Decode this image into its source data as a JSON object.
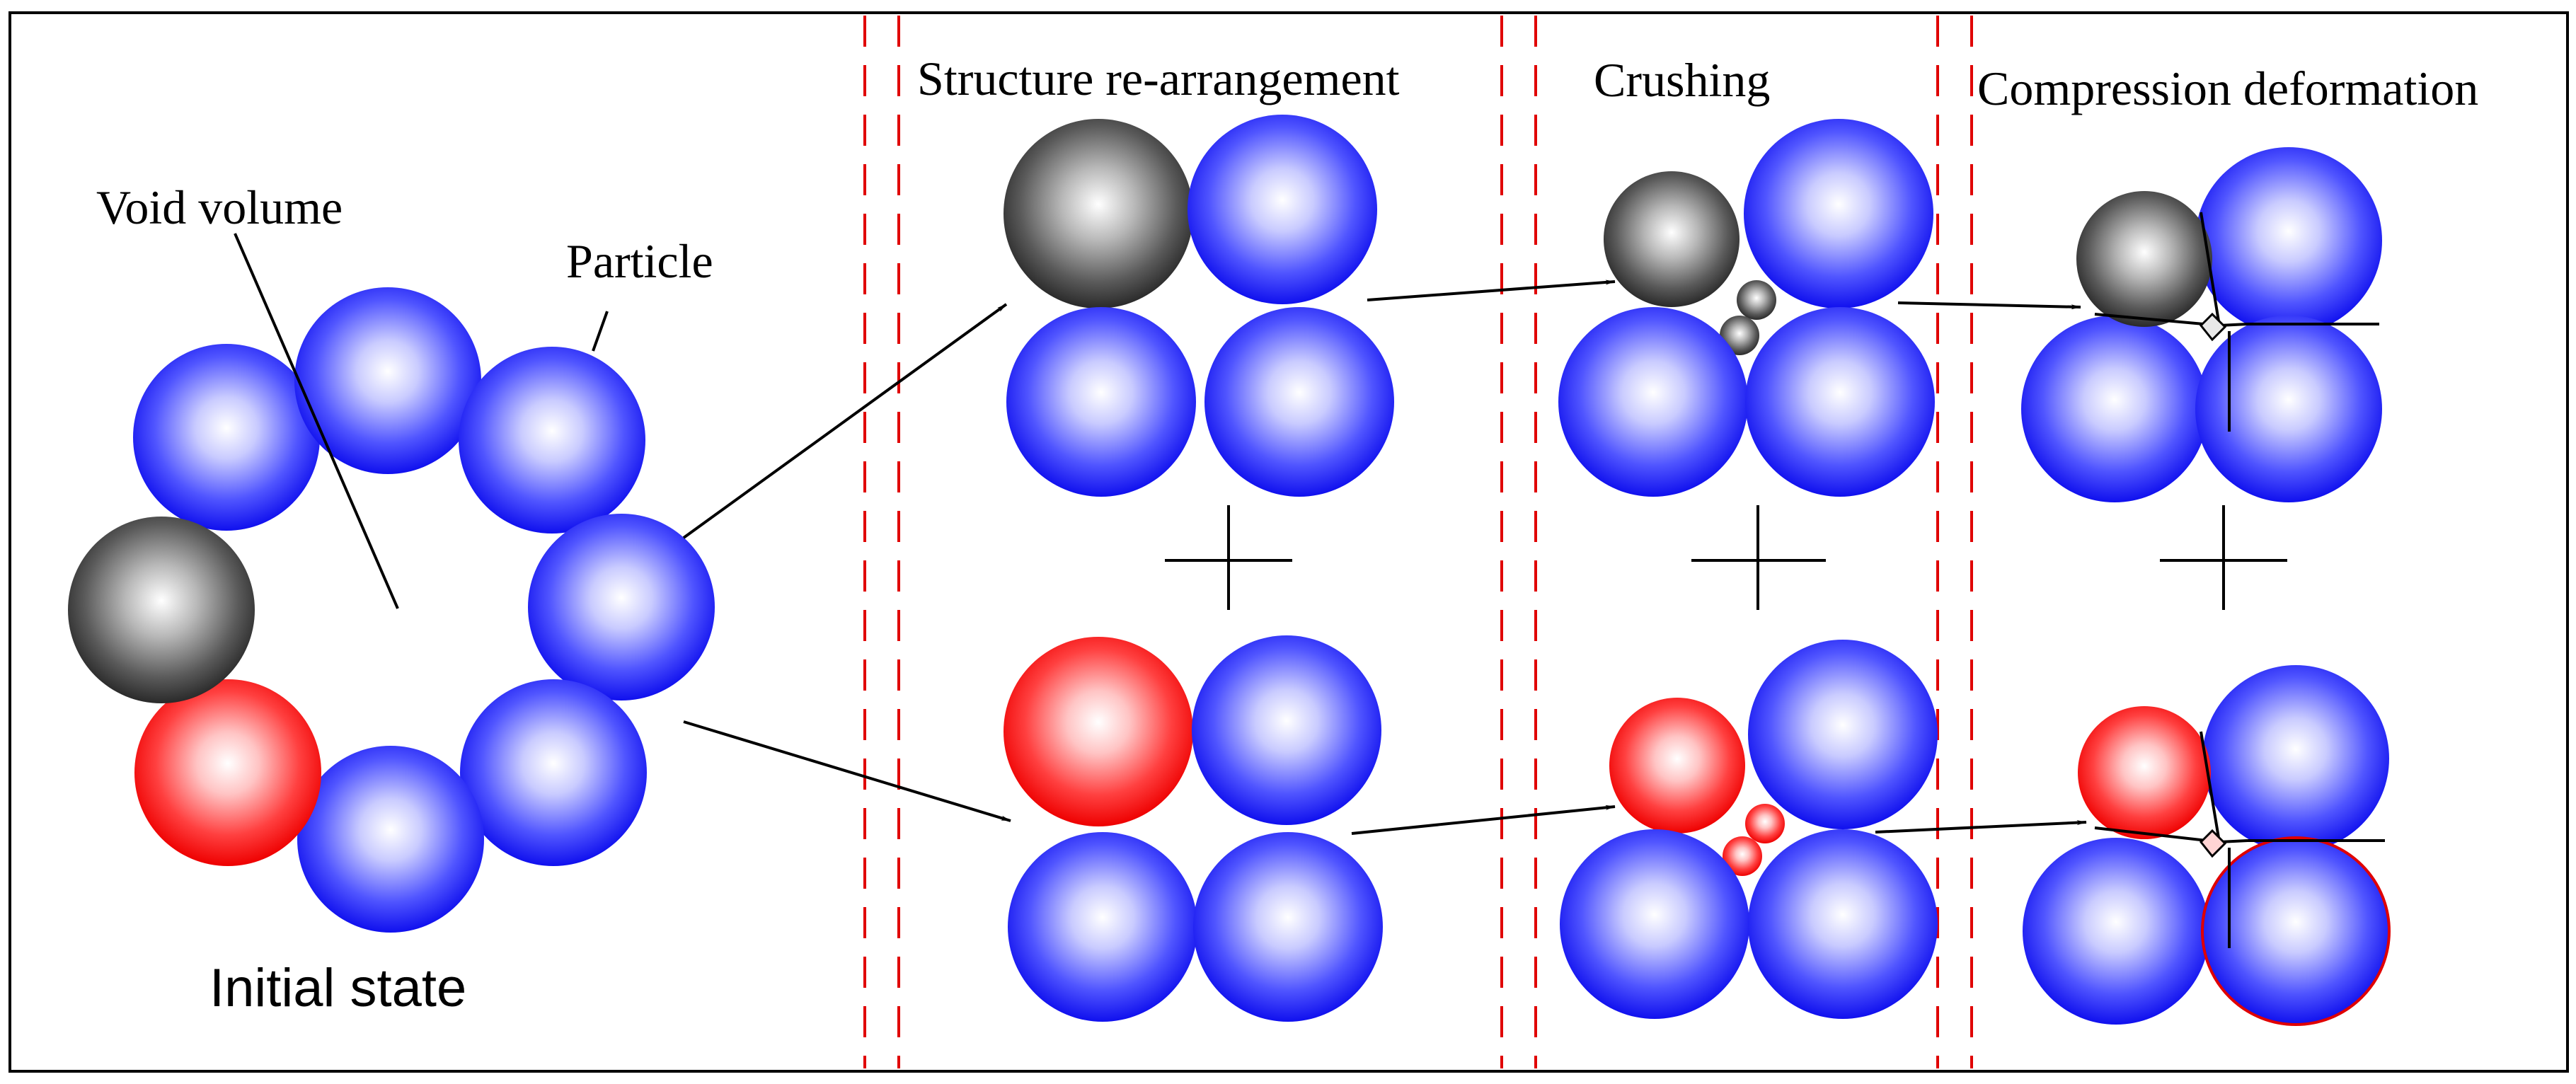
{
  "labels": {
    "void_volume": "Void volume",
    "particle": "Particle",
    "initial_state": "Initial state",
    "structure_rearrangement": "Structure re-arrangement",
    "crushing": "Crushing",
    "compression_deformation": "Compression deformation"
  },
  "colors": {
    "blue_particle": "#1a1aff",
    "gray_particle": "#3a3a3a",
    "red_particle": "#ff1010",
    "initial_state_text": "#e00000",
    "stage_divider": "#e00000",
    "outline": "#000000"
  },
  "icons": [
    "plus-sign-icon",
    "arrow-icon"
  ]
}
